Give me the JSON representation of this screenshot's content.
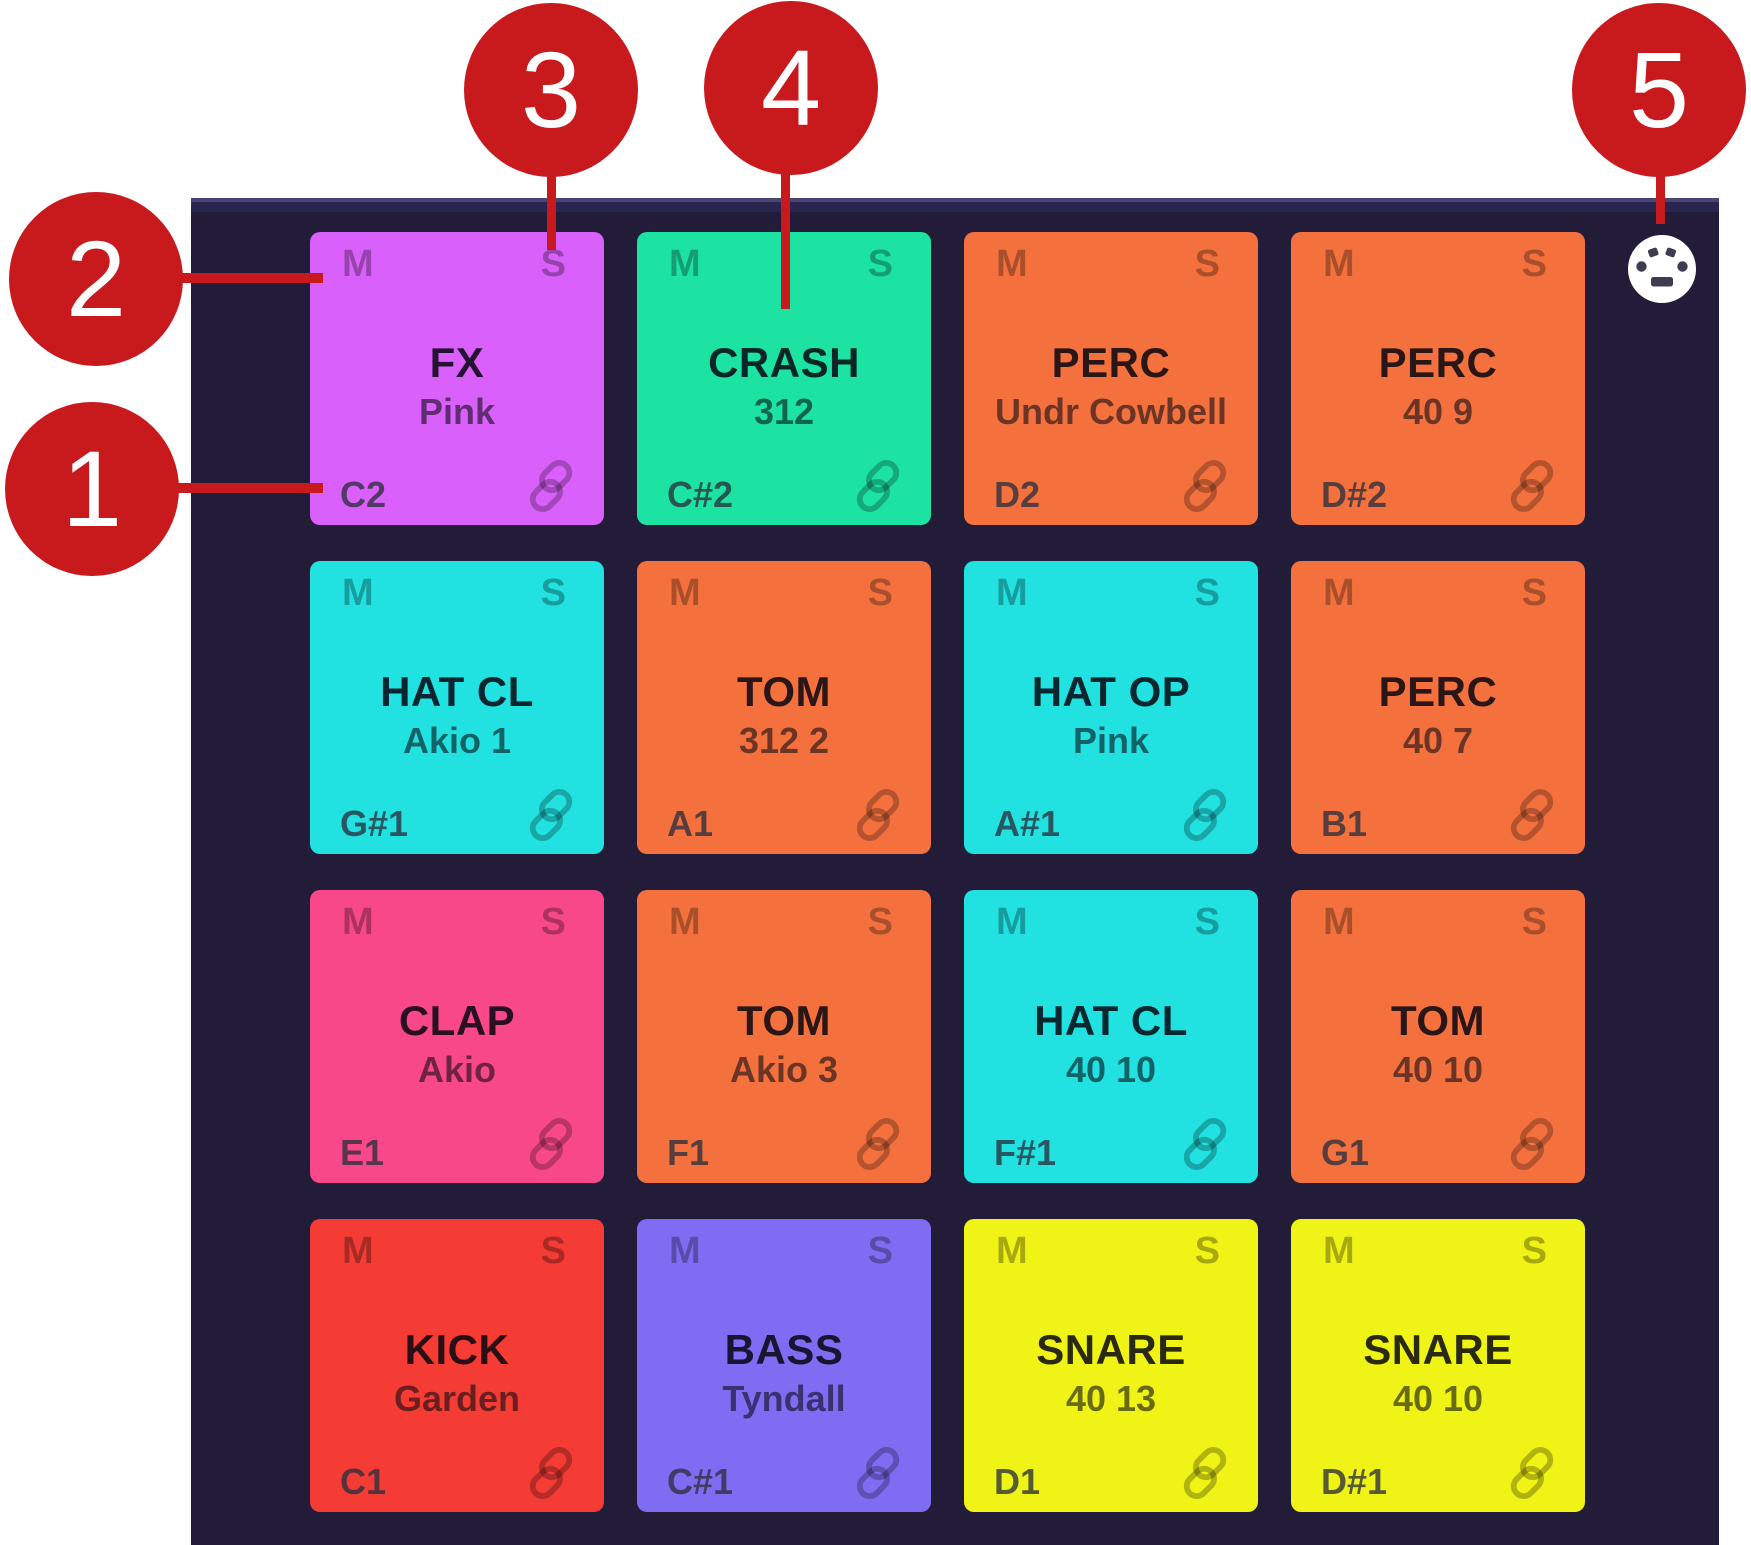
{
  "labels": {
    "mute": "M",
    "solo": "S"
  },
  "annotations": {
    "color": "#c8191c",
    "items": [
      {
        "number": "1"
      },
      {
        "number": "2"
      },
      {
        "number": "3"
      },
      {
        "number": "4"
      },
      {
        "number": "5"
      }
    ]
  },
  "midi_button": {
    "icon": "midi-din-icon"
  },
  "panel_colors": {
    "background": "#221c38",
    "top_edge": "#4a4474"
  },
  "pads": [
    {
      "name": "FX",
      "subtitle": "Pink",
      "note": "C2",
      "color": "#d960fa"
    },
    {
      "name": "CRASH",
      "subtitle": "312",
      "note": "C#2",
      "color": "#1de3a2"
    },
    {
      "name": "PERC",
      "subtitle": "Undr Cowbell",
      "note": "D2",
      "color": "#f4713e"
    },
    {
      "name": "PERC",
      "subtitle": "40 9",
      "note": "D#2",
      "color": "#f4713e"
    },
    {
      "name": "HAT CL",
      "subtitle": "Akio 1",
      "note": "G#1",
      "color": "#21e1e1"
    },
    {
      "name": "TOM",
      "subtitle": "312 2",
      "note": "A1",
      "color": "#f4713e"
    },
    {
      "name": "HAT OP",
      "subtitle": "Pink",
      "note": "A#1",
      "color": "#21e1e1"
    },
    {
      "name": "PERC",
      "subtitle": "40 7",
      "note": "B1",
      "color": "#f4713e"
    },
    {
      "name": "CLAP",
      "subtitle": "Akio",
      "note": "E1",
      "color": "#f9488a"
    },
    {
      "name": "TOM",
      "subtitle": "Akio 3",
      "note": "F1",
      "color": "#f4713e"
    },
    {
      "name": "HAT CL",
      "subtitle": "40 10",
      "note": "F#1",
      "color": "#21e1e1"
    },
    {
      "name": "TOM",
      "subtitle": "40 10",
      "note": "G1",
      "color": "#f4713e"
    },
    {
      "name": "KICK",
      "subtitle": "Garden",
      "note": "C1",
      "color": "#f43c34"
    },
    {
      "name": "BASS",
      "subtitle": "Tyndall",
      "note": "C#1",
      "color": "#7e6cf3"
    },
    {
      "name": "SNARE",
      "subtitle": "40 13",
      "note": "D1",
      "color": "#eff316"
    },
    {
      "name": "SNARE",
      "subtitle": "40 10",
      "note": "D#1",
      "color": "#eff316"
    }
  ]
}
